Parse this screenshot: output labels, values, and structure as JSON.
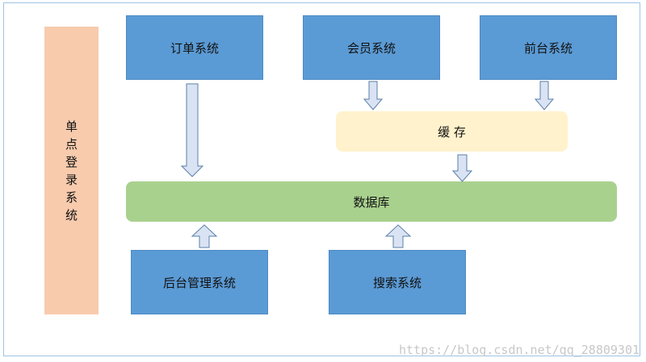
{
  "diagram": {
    "sso_label": [
      "单",
      "点",
      "登",
      "录",
      "系",
      "统"
    ],
    "top_boxes": {
      "order": "订单系统",
      "member": "会员系统",
      "frontend": "前台系统"
    },
    "cache": "缓 存",
    "database": "数据库",
    "bottom_boxes": {
      "admin": "后台管理系统",
      "search": "搜索系统"
    },
    "colors": {
      "system_box": "#5b9bd5",
      "sso": "#f8cbad",
      "cache": "#fff2cc",
      "database": "#a9d18e",
      "arrow_fill": "#dae3f3",
      "arrow_stroke": "#5a7fa8"
    }
  },
  "watermark": "https://blog.csdn.net/qq_28809301"
}
